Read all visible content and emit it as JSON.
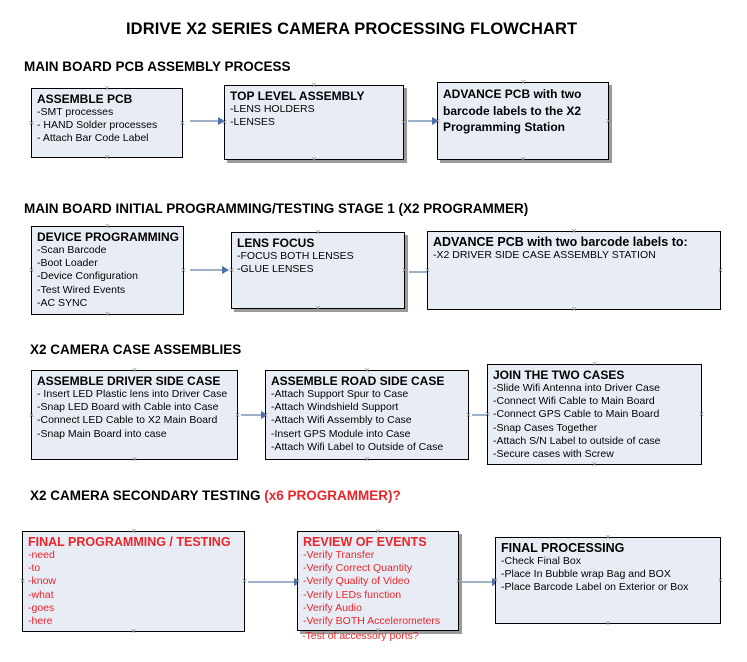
{
  "document": {
    "title": "IDRIVE X2  SERIES CAMERA PROCESSING FLOWCHART",
    "accent_color": "#e8252a",
    "node_fill": "#e8edf5",
    "connector_color": "#9db2c8",
    "arrowhead_color": "#4a6fb0"
  },
  "sections": [
    {
      "id": "pcb-assembly",
      "heading": "MAIN BOARD PCB ASSEMBLY PROCESS",
      "heading_accent": "",
      "nodes": [
        {
          "id": "assemble-pcb",
          "header": "ASSEMBLE PCB",
          "items": [
            "-SMT processes",
            "- HAND Solder processes",
            "- Attach Bar Code Label"
          ]
        },
        {
          "id": "top-level-assembly",
          "header": "TOP LEVEL ASSEMBLY",
          "items": [
            "-LENS HOLDERS",
            "-LENSES"
          ]
        },
        {
          "id": "advance-pcb-x2-station",
          "header": "ADVANCE PCB with two barcode labels to the  X2 Programming Station",
          "items": []
        }
      ]
    },
    {
      "id": "initial-programming",
      "heading": "MAIN BOARD INITIAL PROGRAMMING/TESTING STAGE 1 (X2 PROGRAMMER)",
      "heading_accent": "",
      "nodes": [
        {
          "id": "device-programming",
          "header": "DEVICE PROGRAMMING",
          "items": [
            "-Scan Barcode",
            "-Boot Loader",
            "-Device Configuration",
            "-Test Wired Events",
            "-AC SYNC"
          ]
        },
        {
          "id": "lens-focus",
          "header": "LENS FOCUS",
          "items": [
            "-FOCUS BOTH LENSES",
            "-GLUE LENSES"
          ]
        },
        {
          "id": "advance-pcb-driver-side",
          "header": "ADVANCE PCB with two barcode labels to:",
          "items": [
            "-X2 DRIVER  SIDE  CASE  ASSEMBLY STATION"
          ]
        }
      ]
    },
    {
      "id": "case-assemblies",
      "heading": "X2 CAMERA CASE ASSEMBLIES",
      "heading_accent": "",
      "nodes": [
        {
          "id": "assemble-driver-side-case",
          "header": "ASSEMBLE DRIVER SIDE CASE",
          "items": [
            "- Insert LED Plastic lens into Driver Case",
            "-Snap LED Board with Cable into Case",
            "-Connect LED Cable to X2 Main Board",
            "-Snap Main Board into case"
          ]
        },
        {
          "id": "assemble-road-side-case",
          "header": "ASSEMBLE ROAD SIDE CASE",
          "items": [
            "-Attach Support Spur to Case",
            "-Attach Windshield Support",
            "-Attach Wifi Assembly to Case",
            "-Insert GPS Module into Case",
            "-Attach Wifi Label to Outside of Case"
          ]
        },
        {
          "id": "join-the-two-cases",
          "header": "JOIN THE TWO CASES",
          "items": [
            "-Slide Wifi Antenna into Driver Case",
            "-Connect Wifi Cable to Main Board",
            "-Connect GPS Cable to Main Board",
            "-Snap Cases Together",
            "-Attach S/N Label to outside of case",
            "-Secure cases with Screw"
          ]
        }
      ]
    },
    {
      "id": "secondary-testing",
      "heading": "X2 CAMERA SECONDARY TESTING ",
      "heading_accent": "(x6 PROGRAMMER)?",
      "nodes": [
        {
          "id": "final-programming-testing",
          "header": "FINAL PROGRAMMING / TESTING",
          "items": [
            "-need",
            "-to",
            "-know",
            "-what",
            "-goes",
            "-here"
          ]
        },
        {
          "id": "review-of-events",
          "header": "REVIEW OF EVENTS",
          "items": [
            "-Verify Transfer",
            "-Verify Correct Quantity",
            "-Verify Quality of Video",
            "-Verify LEDs function",
            "-Verify Audio",
            "-Verify BOTH Accelerometers"
          ],
          "overflow_item": "-Test of accessory ports?"
        },
        {
          "id": "final-processing",
          "header": "FINAL PROCESSING",
          "items": [
            " -Check Final Box",
            "-Place In Bubble wrap Bag and BOX",
            "-Place Barcode Label on Exterior or Box"
          ]
        }
      ]
    }
  ]
}
